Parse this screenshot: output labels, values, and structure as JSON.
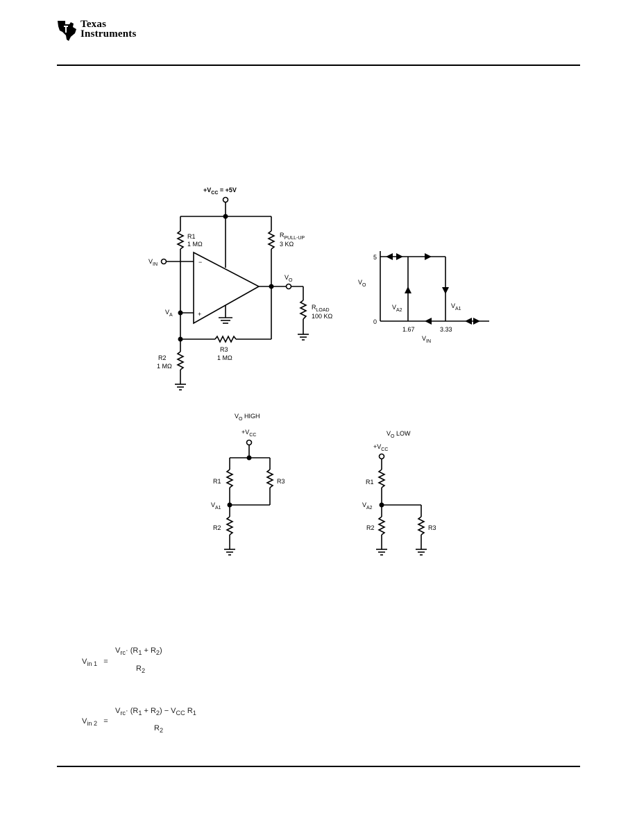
{
  "header": {
    "logo_line1": "Texas",
    "logo_line2": "Instruments"
  },
  "schematic": {
    "vcc_label": "+V",
    "vcc_sub": "CC",
    "vcc_value": " = +5V",
    "r1_name": "R1",
    "r1_value": "1 MΩ",
    "rpullup_name": "R",
    "rpullup_sub": "PULL-UP",
    "rpullup_value": "3 KΩ",
    "vin_label": "V",
    "vin_sub": "IN",
    "va_label": "V",
    "va_sub": "A",
    "minus": "−",
    "plus": "+",
    "vo_label": "V",
    "vo_sub": "O",
    "rload_name": "R",
    "rload_sub": "LOAD",
    "rload_value": "100 KΩ",
    "r3_name": "R3",
    "r3_value": "1 MΩ",
    "r2_name": "R2",
    "r2_value": "1 MΩ"
  },
  "transfer": {
    "y_top": "5",
    "y_zero": "0",
    "ylabel": "V",
    "ylabel_sub": "O",
    "va2_label": "V",
    "va2_sub": "A2",
    "va1_label": "V",
    "va1_sub": "A1",
    "x_tick1": "1.67",
    "x_tick2": "3.33",
    "xlabel": "V",
    "xlabel_sub": "IN"
  },
  "high_circuit": {
    "title": "V",
    "title_sub": "O",
    "title_rest": " HIGH",
    "vcc": "+V",
    "vcc_sub": "CC",
    "r1": "R1",
    "r3": "R3",
    "va1": "V",
    "va1_sub": "A1",
    "r2": "R2"
  },
  "low_circuit": {
    "title": "V",
    "title_sub": "O",
    "title_rest": " LOW",
    "vcc": "+V",
    "vcc_sub": "CC",
    "r1": "R1",
    "va2": "V",
    "va2_sub": "A2",
    "r2": "R2",
    "r3": "R3"
  },
  "equations": {
    "eq1_lhs": "V",
    "eq1_lhs_sub": "in 1",
    "eq1_eq": "=",
    "eq1_num": "V",
    "eq1_num_sub": "rc",
    "eq1_num_rest": "· (R",
    "eq1_num_sub2": "1",
    "eq1_num_rest2": " + R",
    "eq1_num_sub3": "2",
    "eq1_num_rest3": ")",
    "eq1_den": "R",
    "eq1_den_sub": "2",
    "eq2_lhs": "V",
    "eq2_lhs_sub": "in 2",
    "eq2_eq": "=",
    "eq2_num": "V",
    "eq2_num_sub": "rc",
    "eq2_num_rest": "· (R",
    "eq2_num_sub2": "1",
    "eq2_num_rest2": " + R",
    "eq2_num_sub3": "2",
    "eq2_num_rest3": ") − V",
    "eq2_num_sub4": "CC",
    "eq2_num_rest4": " R",
    "eq2_num_sub5": "1",
    "eq2_den": "R",
    "eq2_den_sub": "2"
  }
}
